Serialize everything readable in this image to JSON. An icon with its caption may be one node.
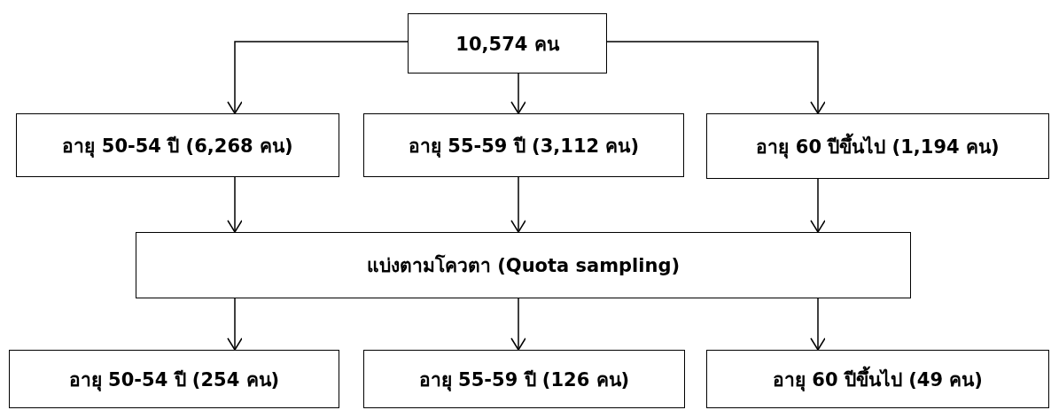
{
  "diagram": {
    "nodes": [
      {
        "text": [
          "10,574 คน"
        ]
      },
      {
        "text": [
          "อายุ 50-54 ปี (6,268 คน)"
        ]
      },
      {
        "text": [
          "อายุ 55-59 ปี (3,112 คน)"
        ]
      },
      {
        "text": [
          "อายุ 60 ปีขึ้นไป (1,194 คน)"
        ]
      },
      {
        "text": [
          "แบ่งตามโควตา (Quota sampling)"
        ]
      },
      {
        "text": [
          "อายุ 50-54 ปี (254 คน)"
        ]
      },
      {
        "text": [
          "อายุ 55-59 ปี (126 คน)"
        ]
      },
      {
        "text": [
          "อายุ 60 ปีขึ้นไป (49 คน)"
        ]
      }
    ],
    "edges": [
      {
        "from": 0,
        "to": 1,
        "arrow": "to"
      },
      {
        "from": 0,
        "to": 2,
        "arrow": "to"
      },
      {
        "from": 0,
        "to": 3,
        "arrow": "to"
      },
      {
        "from": 1,
        "to": 4,
        "arrow": "to"
      },
      {
        "from": 2,
        "to": 4,
        "arrow": "to"
      },
      {
        "from": 3,
        "to": 4,
        "arrow": "to"
      },
      {
        "from": 4,
        "to": 5,
        "arrow": "to"
      },
      {
        "from": 4,
        "to": 6,
        "arrow": "to"
      },
      {
        "from": 4,
        "to": 7,
        "arrow": "to"
      }
    ]
  }
}
